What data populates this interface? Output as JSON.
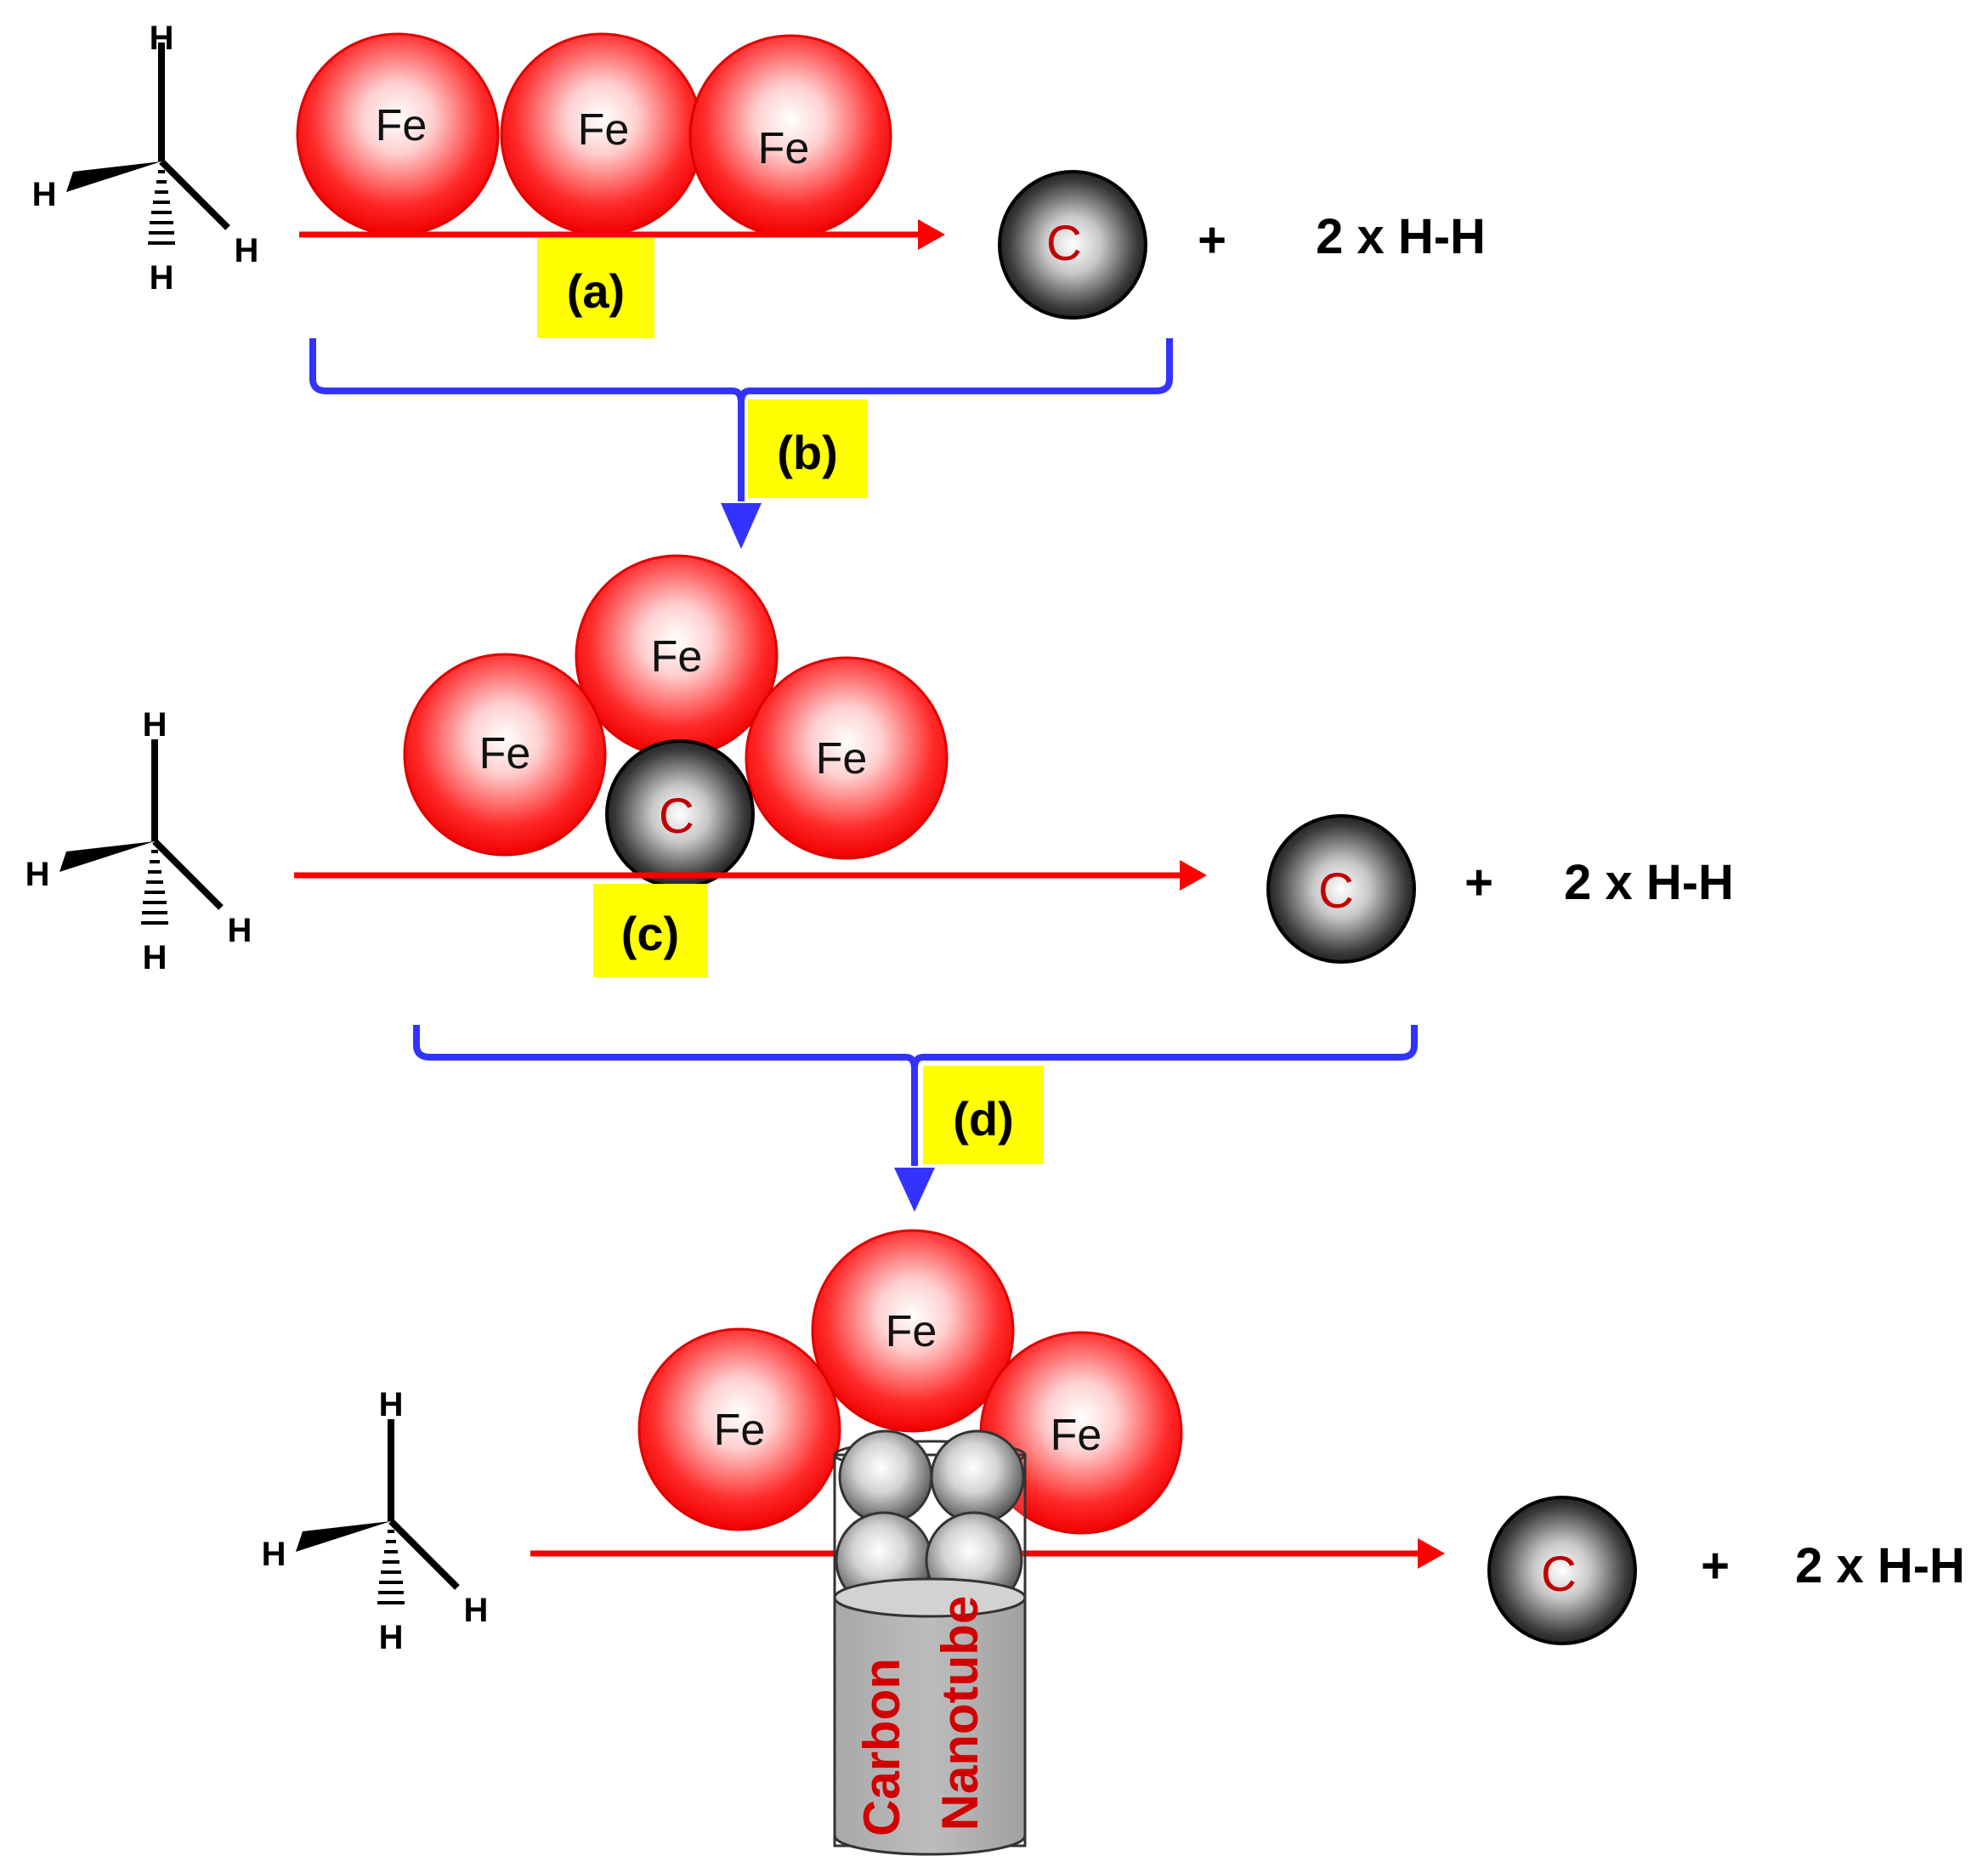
{
  "atoms": {
    "iron": "Fe",
    "carbon": "C",
    "hydrogen": "H"
  },
  "reaction": {
    "plus": "+",
    "product": "2 x H-H"
  },
  "steps": {
    "a": "(a)",
    "b": "(b)",
    "c": "(c)",
    "d": "(d)"
  },
  "nanotube": {
    "line1": "Carbon",
    "line2": "Nanotube"
  },
  "colors": {
    "iron_sphere": "#ff1a1a",
    "reaction_arrow": "#ff0000",
    "bracket_arrow": "#3333ff",
    "step_label_bg": "#ffff00",
    "nanotube_text": "#d00000"
  }
}
